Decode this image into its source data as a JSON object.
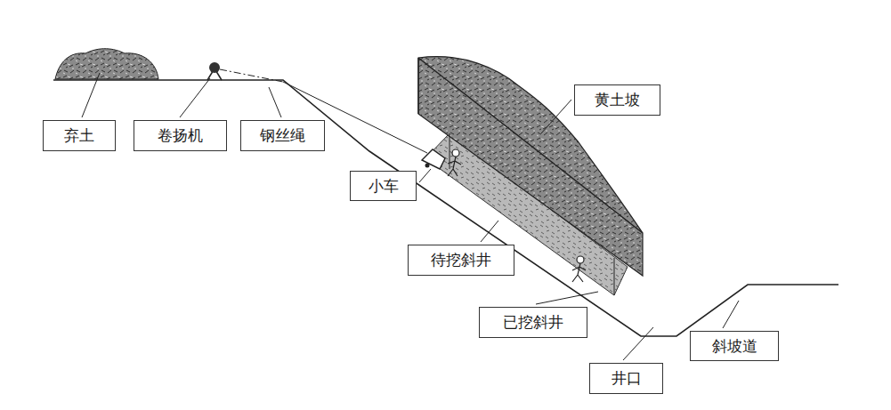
{
  "diagram": {
    "nodes": [
      {
        "text": [
          "弃土"
        ]
      },
      {
        "text": [
          "卷扬机"
        ]
      },
      {
        "text": [
          "钢丝绳"
        ]
      },
      {
        "text": [
          "黄土坡"
        ]
      },
      {
        "text": [
          "小车"
        ]
      },
      {
        "text": [
          "待挖斜井"
        ]
      },
      {
        "text": [
          "已挖斜井"
        ]
      },
      {
        "text": [
          "井口"
        ]
      },
      {
        "text": [
          "斜坡道"
        ]
      }
    ]
  }
}
